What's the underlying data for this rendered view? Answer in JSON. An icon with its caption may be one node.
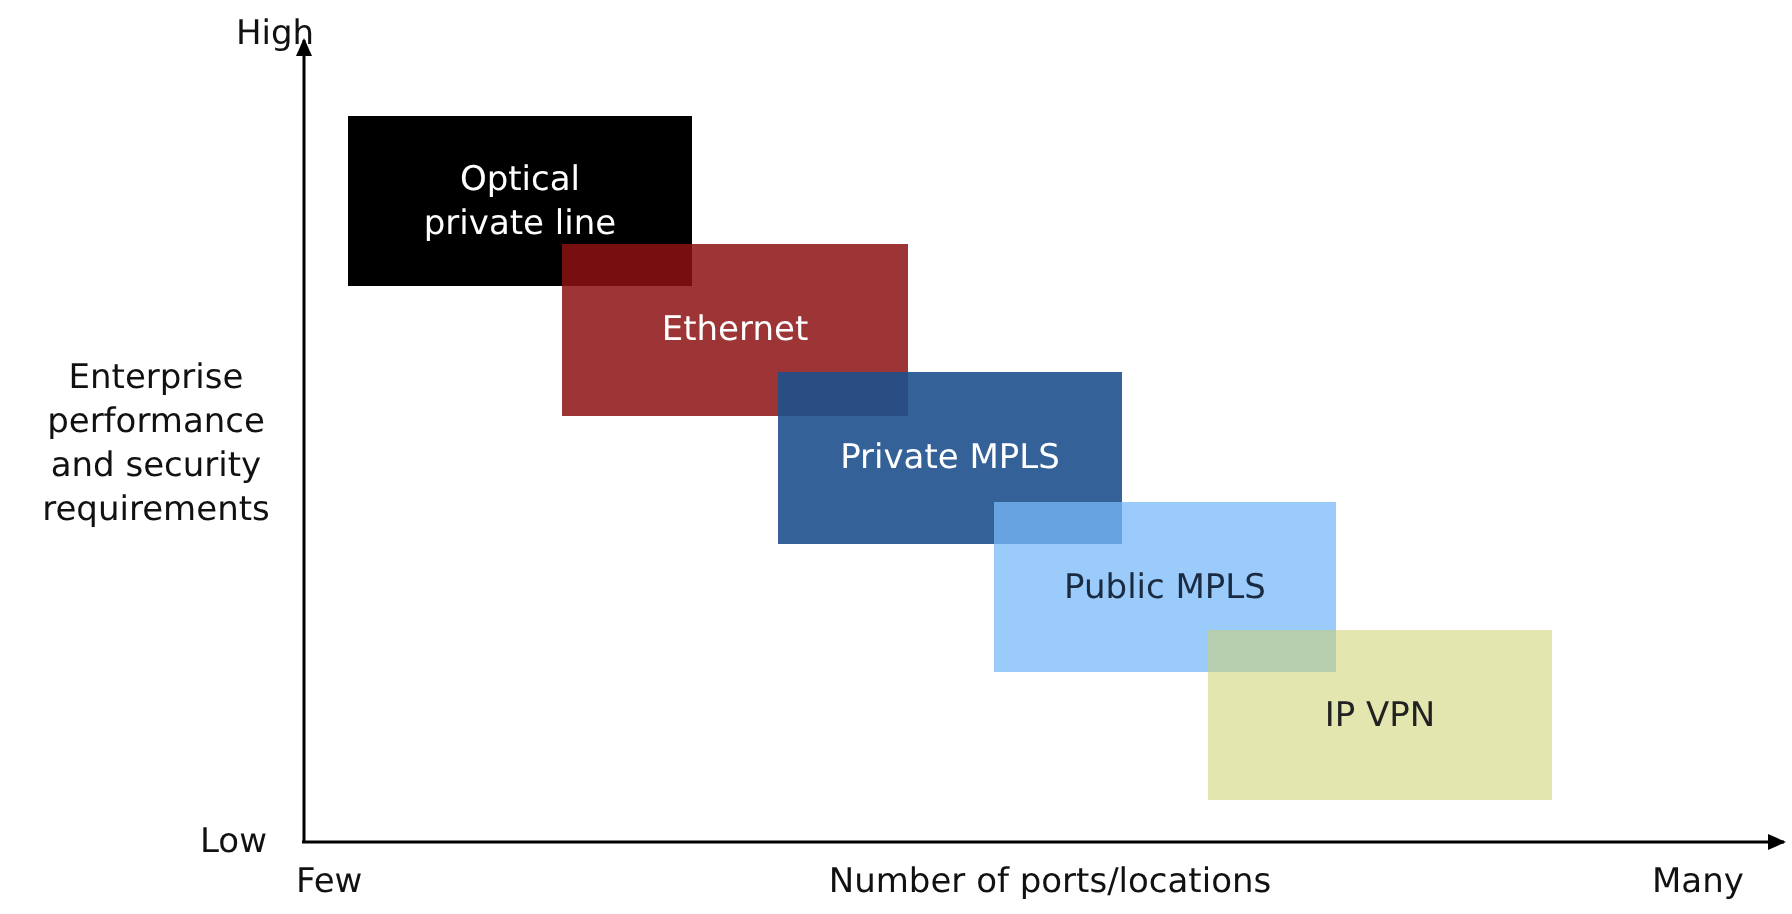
{
  "diagram": {
    "nodes": [
      {
        "text": [
          "Optical private line"
        ]
      },
      {
        "text": [
          "Ethernet"
        ]
      },
      {
        "text": [
          "Private MPLS"
        ]
      },
      {
        "text": [
          "Public MPLS"
        ]
      },
      {
        "text": [
          "IP VPN"
        ]
      }
    ],
    "edges": [],
    "labels": [
      "High",
      "Enterprise performance and security requirements",
      "Low",
      "Few",
      "Number of ports/locations",
      "Many"
    ]
  }
}
